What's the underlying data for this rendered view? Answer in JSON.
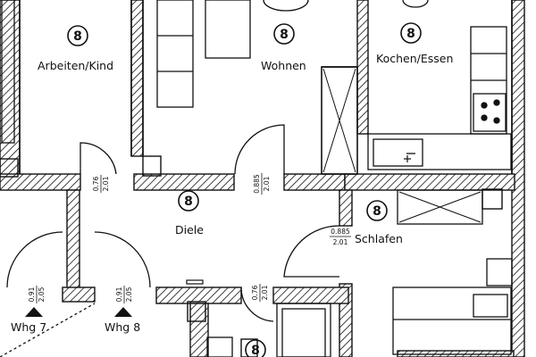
{
  "rooms": {
    "arbeiten": {
      "label": "Arbeiten/Kind",
      "number": "8"
    },
    "wohnen": {
      "label": "Wohnen",
      "number": "8"
    },
    "kochen": {
      "label": "Kochen/Essen",
      "number": "8"
    },
    "diele": {
      "label": "Diele",
      "number": "8"
    },
    "schlafen": {
      "label": "Schlafen",
      "number": "8"
    },
    "bad": {
      "number": "8"
    }
  },
  "doors": {
    "d1": {
      "top": "0.76",
      "bottom": "2.01"
    },
    "d2": {
      "top": "0.885",
      "bottom": "2.01"
    },
    "d3": {
      "top": "0.885",
      "bottom": "2.01"
    },
    "d4": {
      "top": "0.76",
      "bottom": "2.01"
    },
    "d5": {
      "top": "0.91",
      "bottom": "2.05"
    },
    "d6": {
      "top": "0.91",
      "bottom": "2.05"
    }
  },
  "units": {
    "whg7": "Whg 7",
    "whg8": "Whg 8"
  },
  "colors": {
    "ink": "#111111",
    "paper": "#ffffff"
  }
}
